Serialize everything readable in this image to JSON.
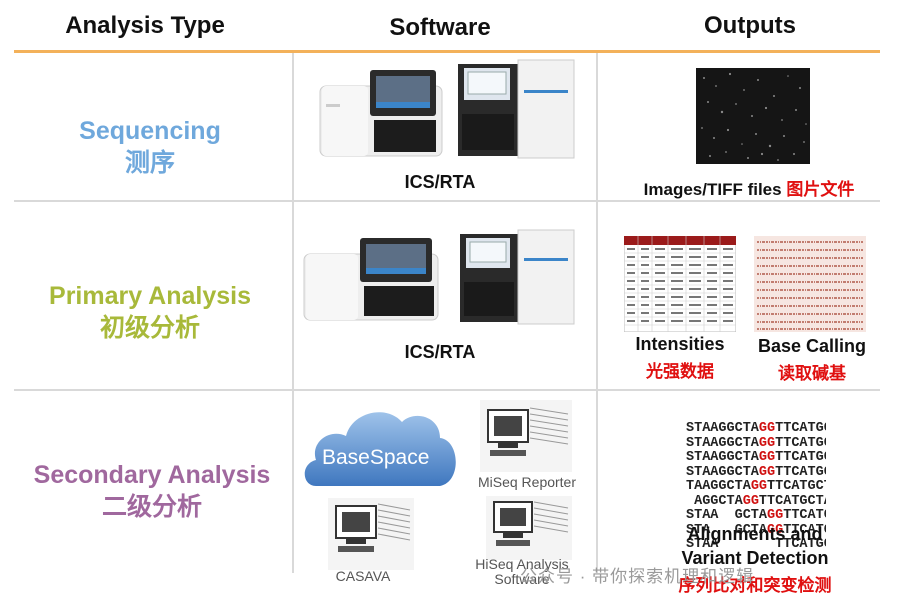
{
  "headers": {
    "analysis_type": "Analysis Type",
    "software": "Software",
    "outputs": "Outputs"
  },
  "rows": [
    {
      "label_en": "Sequencing",
      "label_cn": "测序",
      "color": "#6fa8dc",
      "software_label": "ICS/RTA",
      "output_label_en": "Images/TIFF files",
      "output_label_cn": "图片文件"
    },
    {
      "label_en": "Primary Analysis",
      "label_cn": "初级分析",
      "color": "#a8b93a",
      "software_label": "ICS/RTA",
      "outputs": [
        {
          "label_en": "Intensities",
          "label_cn": "光强数据"
        },
        {
          "label_en": "Base Calling",
          "label_cn": "读取碱基"
        }
      ]
    },
    {
      "label_en": "Secondary Analysis",
      "label_cn": "二级分析",
      "color": "#a0689e",
      "software": {
        "basespace": "BaseSpace",
        "miseq_reporter": "MiSeq Reporter",
        "casava": "CASAVA",
        "hiseq_line1": "HiSeq Analysis",
        "hiseq_line2": "Software"
      },
      "output_label_line1": "Alignments and",
      "output_label_line2": "Variant Detection",
      "output_label_cn": "序列比对和突变检测"
    }
  ],
  "dna_lines": [
    "STAAGGCTAGGTTCATGCTA",
    "STAAGGCTAGGTTCATGCTA",
    "STAAGGCTAGGTTCATGCTA",
    "STAAGGCTAGGTTCATGCTA",
    "TAAGGCTAGGTTCATGCTA",
    " AGGCTAGGTTCATGCTA",
    "STAA  GCTAGGTTCATGCTA",
    "STA   GCTAGGTTCATGCTA",
    "STAA       TTCATGCTA"
  ],
  "watermark": "公众号 · 带你探索机理和逻辑"
}
